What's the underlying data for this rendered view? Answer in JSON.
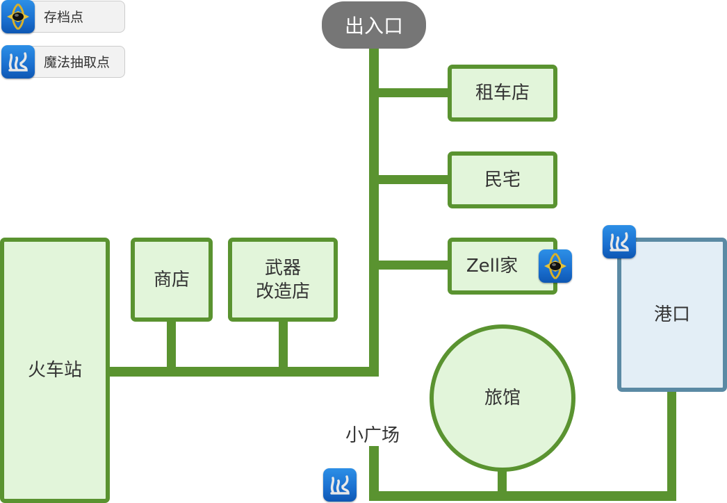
{
  "legend": [
    {
      "icon": "save-point-icon",
      "label": "存档点"
    },
    {
      "icon": "magic-draw-point-icon",
      "label": "魔法抽取点"
    }
  ],
  "entrance": {
    "label": "出入口"
  },
  "nodes": {
    "car_rental": {
      "label": "租车店"
    },
    "residence": {
      "label": "民宅"
    },
    "zell_house": {
      "label": "Zell家"
    },
    "train_station": {
      "label": "火车站"
    },
    "shop": {
      "label": "商店"
    },
    "weapon_shop_line1": {
      "label": "武器"
    },
    "weapon_shop_line2": {
      "label": "改造店"
    },
    "inn": {
      "label": "旅馆"
    },
    "harbor": {
      "label": "港口"
    }
  },
  "plaza": {
    "label": "小广场"
  },
  "colors": {
    "path": "#5a9330",
    "node_fill": "#e2f5da",
    "harbor_border": "#5b8aa4",
    "harbor_fill": "#e3eef6",
    "entrance_fill": "#767676",
    "icon_blue": "#1a6fcf"
  }
}
